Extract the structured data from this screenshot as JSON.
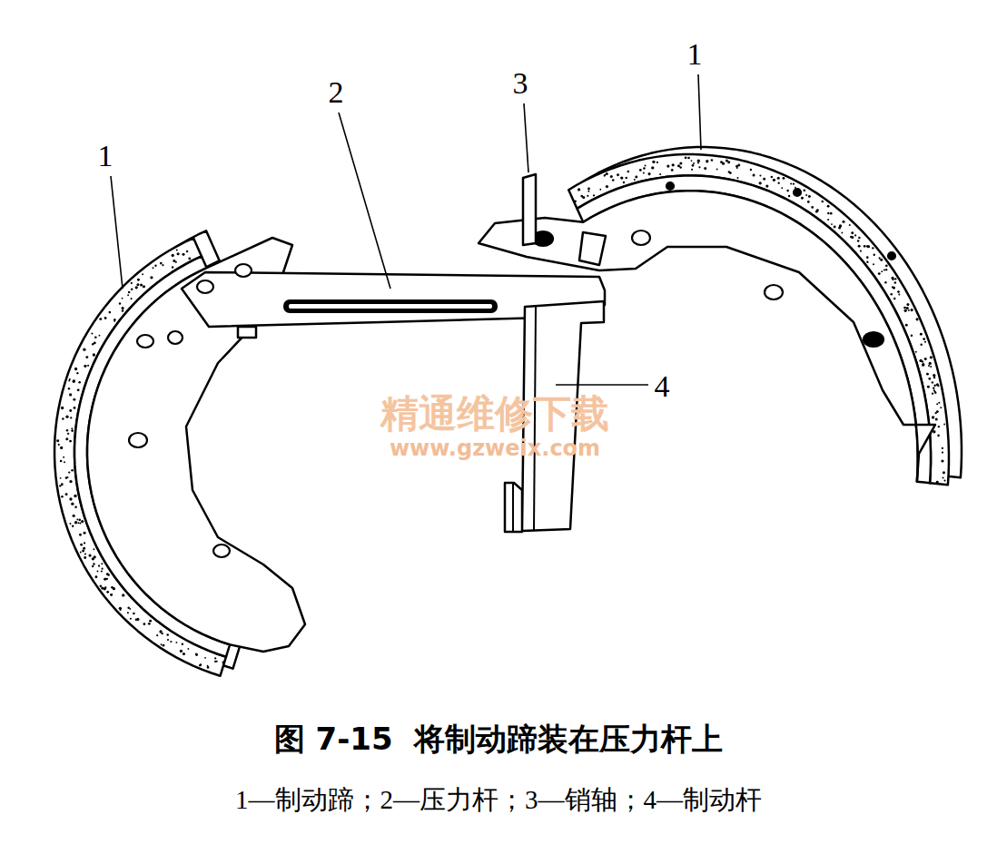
{
  "diagram": {
    "caption": "图 7-15  将制动蹄装在压力杆上",
    "labels": [
      "1",
      "2",
      "3",
      "1",
      "4",
      "精通维修下载",
      "www.gzweix.com",
      "1—制动蹄；2—压力杆；3—销轴；4—制动杆"
    ]
  }
}
